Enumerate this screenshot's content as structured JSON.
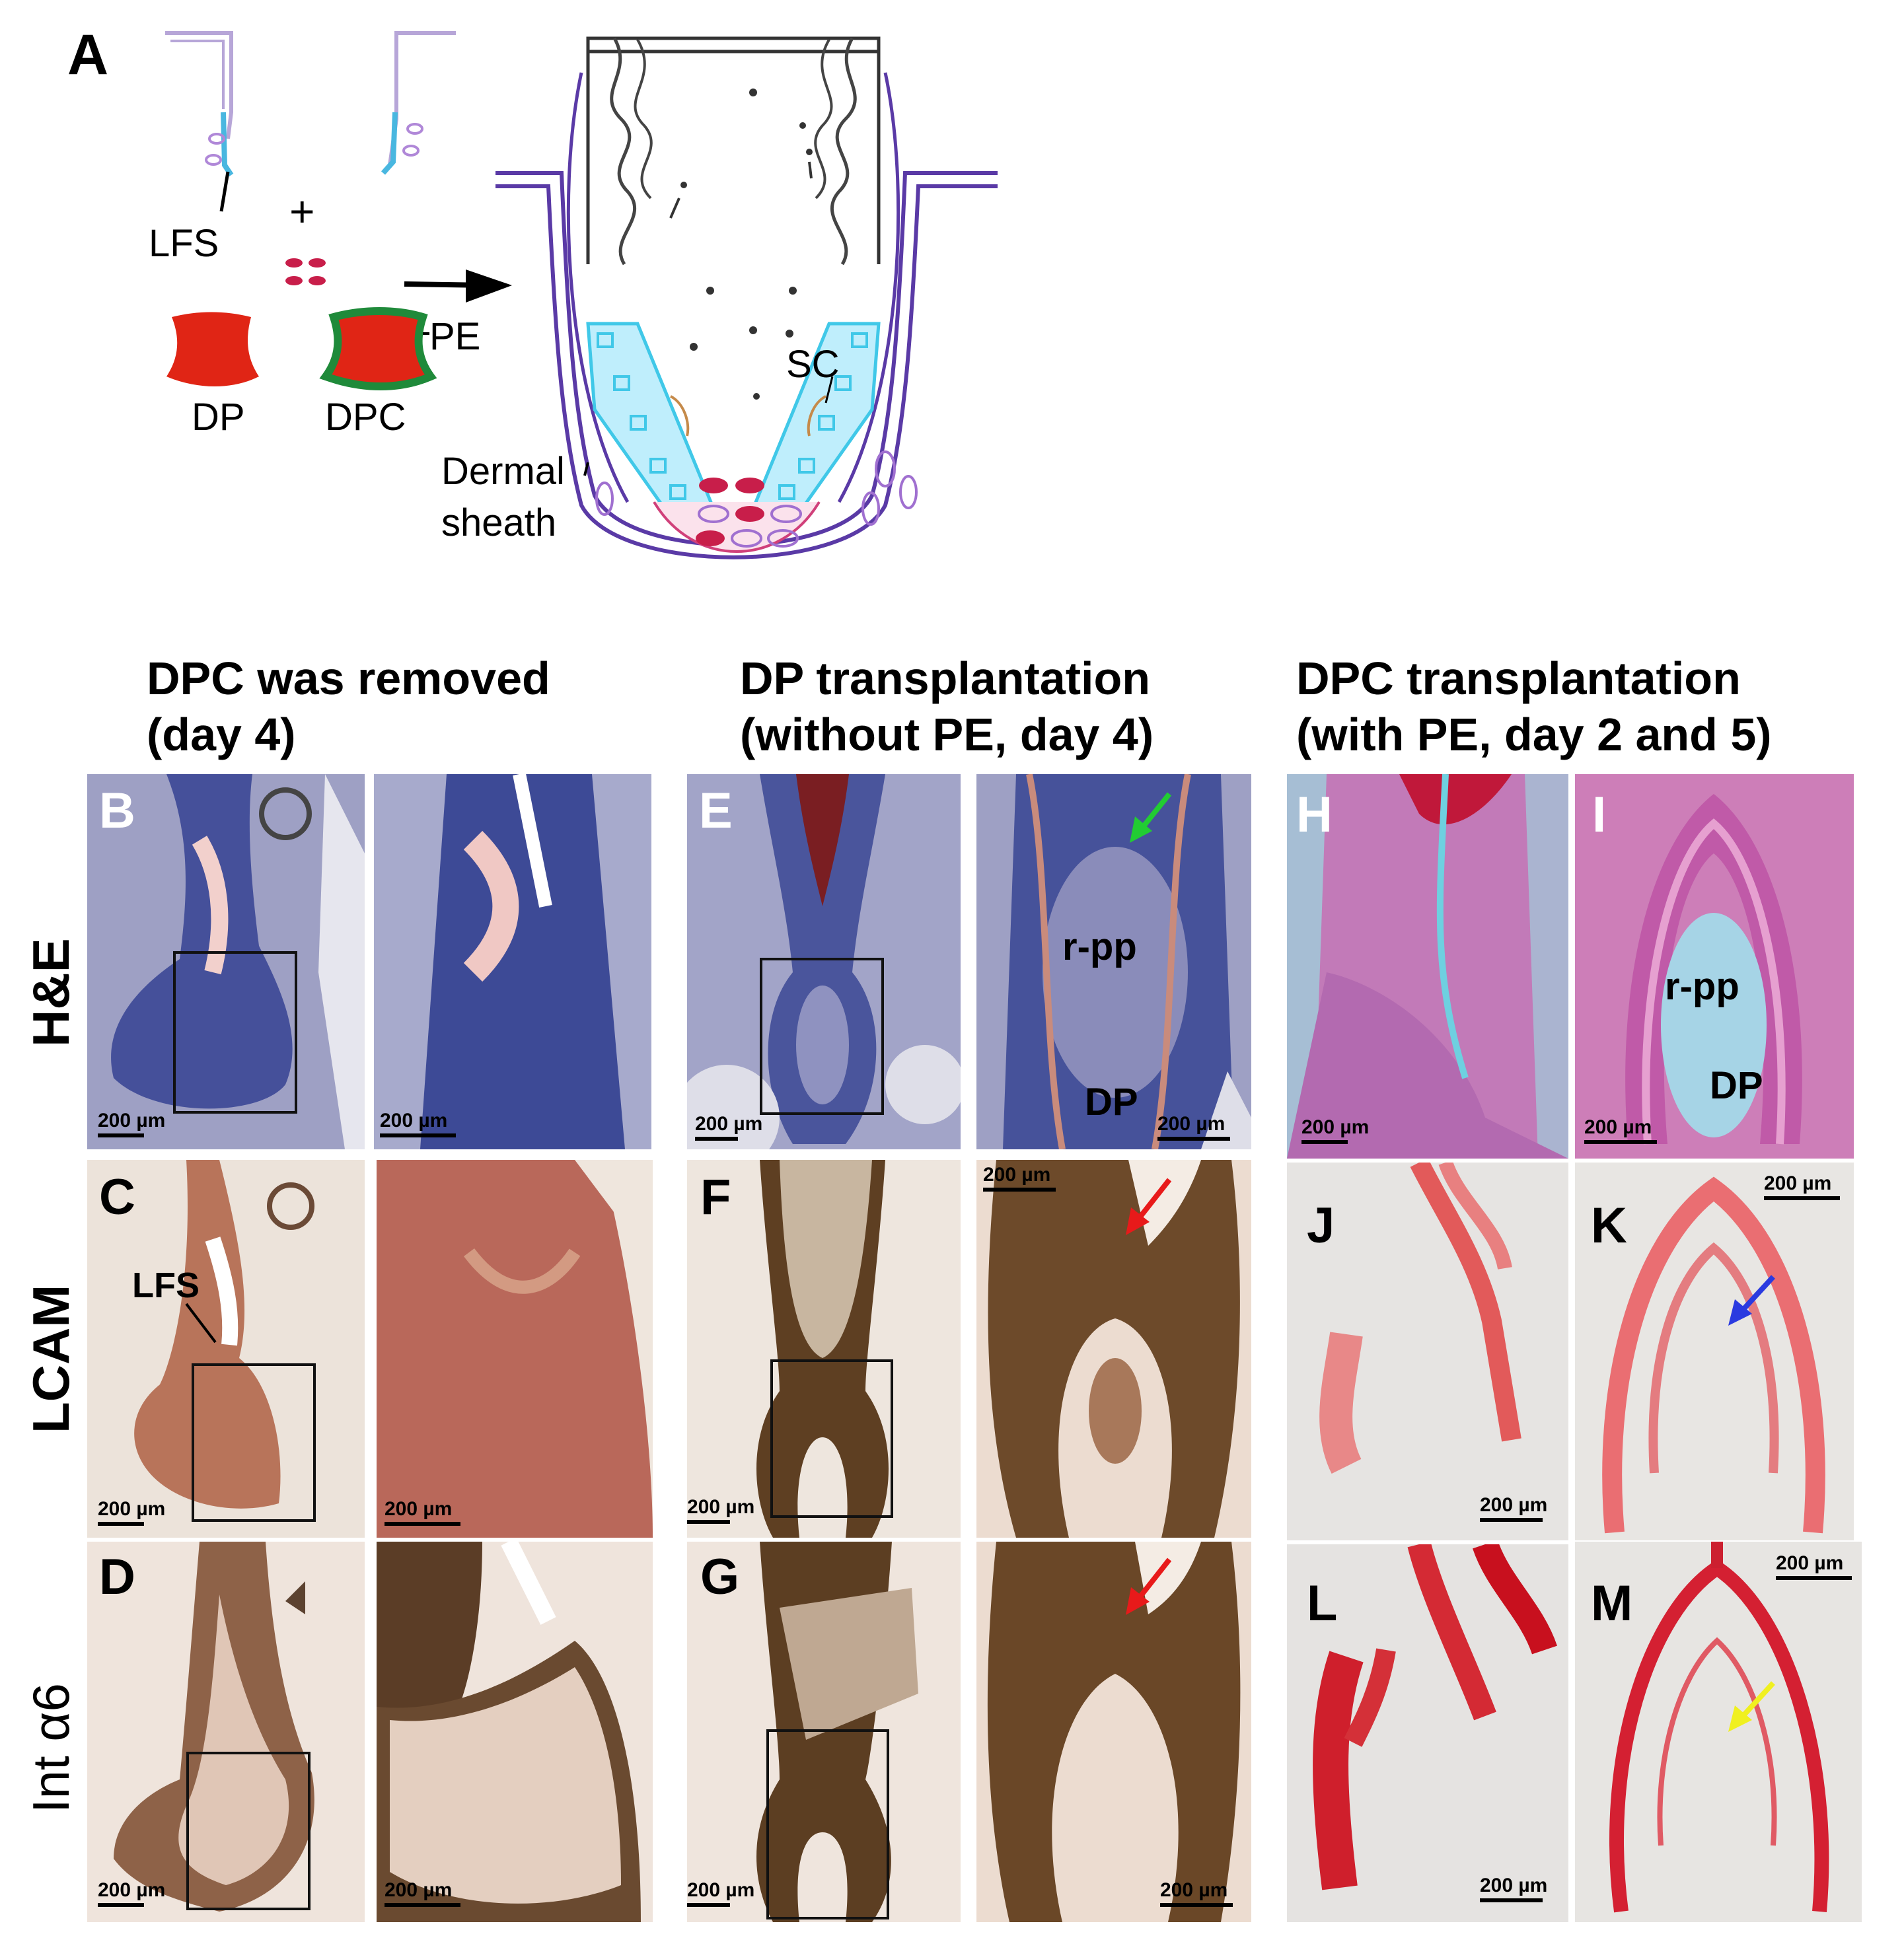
{
  "panel_a": {
    "label": "A",
    "plus": "+",
    "lfs": "LFS",
    "pe": "PE",
    "dp": "DP",
    "dpc": "DPC",
    "sc": "SC",
    "dermal_line1": "Dermal",
    "dermal_line2": "sheath"
  },
  "columns": [
    {
      "line1": "DPC was removed",
      "line2": "(day 4)"
    },
    {
      "line1": "DP transplantation",
      "line2": "(without PE, day 4)"
    },
    {
      "line1": "DPC transplantation",
      "line2": "(with PE, day 2 and 5)"
    }
  ],
  "rows": [
    {
      "label": "H&E"
    },
    {
      "label": "LCAM"
    },
    {
      "label": "Int α6"
    }
  ],
  "panel_labels": [
    "B",
    "C",
    "D",
    "E",
    "F",
    "G",
    "H",
    "I",
    "J",
    "K",
    "L",
    "M"
  ],
  "annotations": {
    "lfs": "LFS",
    "rpp_e": "r-pp",
    "dp_e": "DP",
    "rpp_i": "r-pp",
    "dp_i": "DP"
  },
  "scale_text": "200 µm",
  "colors": {
    "he_bg": "#8f93b8",
    "he_dark": "#3f4a8c",
    "lcam_bg": "#e9dfd6",
    "lcam_tissue": "#b56a52",
    "brown_tissue": "#6e4a2a",
    "red_stain": "#d82b3a",
    "cyan": "#40c8e8",
    "purple": "#5a3aa6",
    "dp_red": "#e02515",
    "pe_green": "#1f8a3a"
  }
}
